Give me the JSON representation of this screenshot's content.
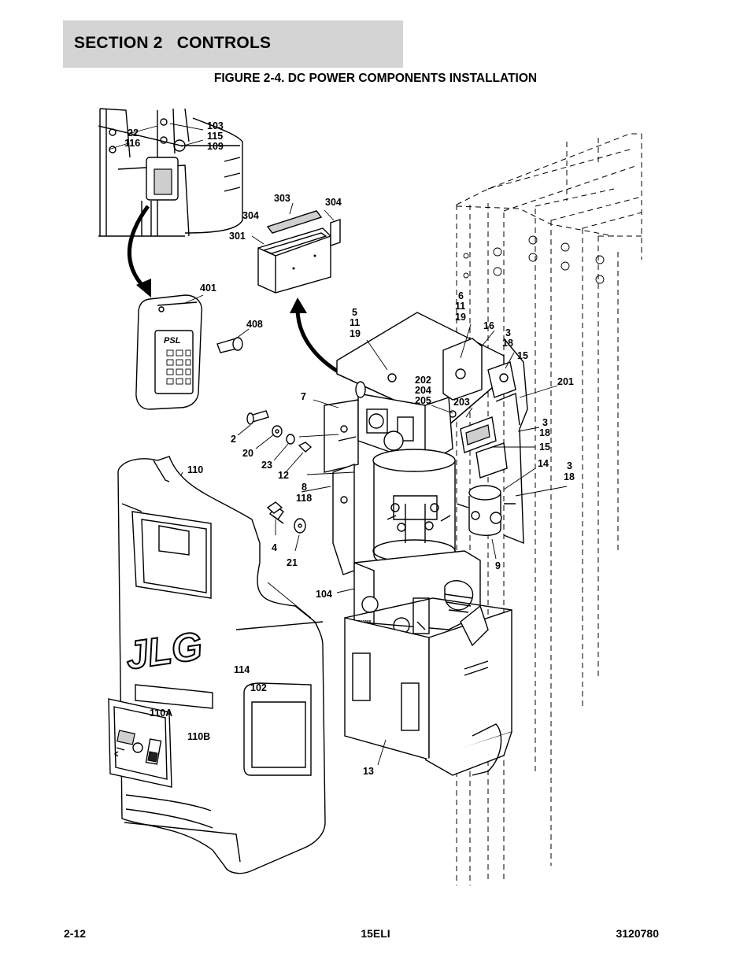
{
  "header": {
    "section_title": "SECTION 2   CONTROLS",
    "figure_title": "FIGURE 2-4. DC POWER COMPONENTS INSTALLATION"
  },
  "drawing": {
    "keypad_brand": "PSL",
    "logo_text": "JLG",
    "callouts": {
      "c22": "22",
      "c116": "116",
      "c103": "103",
      "c115": "115",
      "c109": "109",
      "c303": "303",
      "c304a": "304",
      "c304b": "304",
      "c301": "301",
      "c401": "401",
      "c408": "408",
      "c5": "5",
      "c11a": "11",
      "c19a": "19",
      "c6": "6",
      "c11b": "11",
      "c19b": "19",
      "c16": "16",
      "c3a": "3",
      "c18a": "18",
      "c15a": "15",
      "c201": "201",
      "c202": "202",
      "c204": "204",
      "c205": "205",
      "c203": "203",
      "c7": "7",
      "c3b": "3",
      "c18b": "18",
      "c15b": "15",
      "c2": "2",
      "c20": "20",
      "c23": "23",
      "c12": "12",
      "c8": "8",
      "c118": "118",
      "c14": "14",
      "c3c": "3",
      "c18c": "18",
      "c110": "110",
      "c4": "4",
      "c21": "21",
      "c9": "9",
      "c104": "104",
      "c114": "114",
      "c102": "102",
      "c110a": "110A",
      "c110b": "110B",
      "c13": "13"
    }
  },
  "footer": {
    "page_number": "2-12",
    "model": "15ELI",
    "doc_number": "3120780"
  }
}
